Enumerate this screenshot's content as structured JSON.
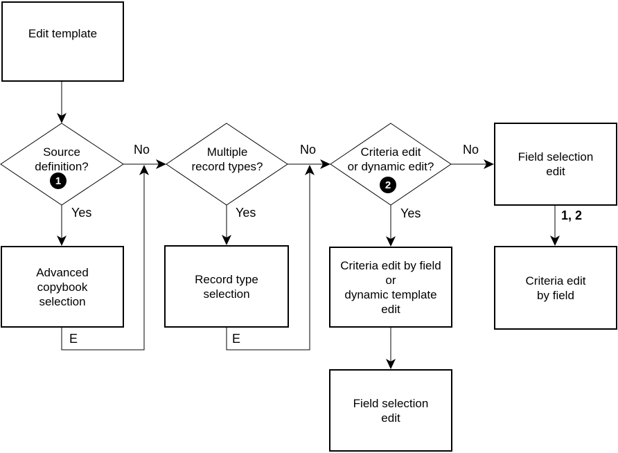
{
  "boxes": {
    "edit_template": {
      "label": "Edit template"
    },
    "field_selection_edit_top": {
      "label": "Field selection\nedit"
    },
    "advanced_copybook": {
      "label": "Advanced\ncopybook\nselection"
    },
    "record_type_selection": {
      "label": "Record type\nselection"
    },
    "criteria_dynamic_edit": {
      "label": "Criteria edit by field\nor\ndynamic template\nedit"
    },
    "criteria_edit_by_field": {
      "label": "Criteria edit\nby field"
    },
    "field_selection_edit_bottom": {
      "label": "Field selection\nedit"
    }
  },
  "decisions": {
    "source_definition": {
      "label": "Source\ndefinition?",
      "badge": "1"
    },
    "multiple_record_types": {
      "label": "Multiple\nrecord types?"
    },
    "criteria_or_dynamic": {
      "label": "Criteria edit\nor dynamic edit?",
      "badge": "2"
    }
  },
  "edge_labels": {
    "no1": "No",
    "no2": "No",
    "no3": "No",
    "yes1": "Yes",
    "yes2": "Yes",
    "yes3": "Yes",
    "e1": "E",
    "e2": "E",
    "one_two": "1, 2"
  },
  "colors": {
    "background": "#ffffff",
    "line": "#000000",
    "badge_fill": "#000000",
    "badge_text": "#ffffff"
  }
}
